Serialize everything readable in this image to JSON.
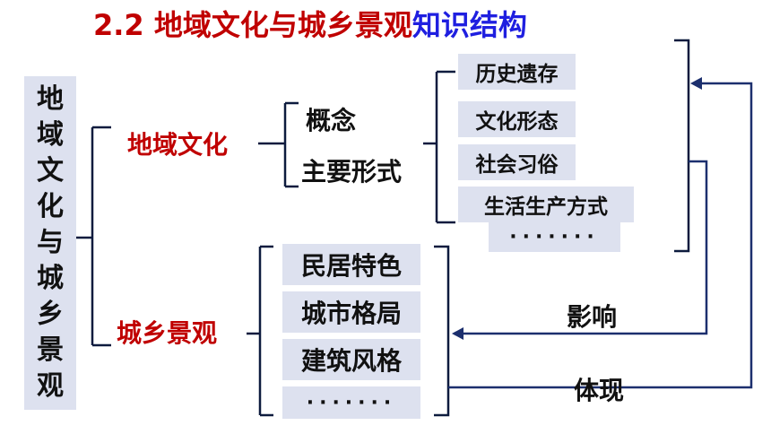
{
  "title": {
    "part1": "2.2 地域文化与城乡景观",
    "part2": "知识结构"
  },
  "root": {
    "chars": [
      "地",
      "域",
      "文",
      "化",
      "与",
      "城",
      "乡",
      "景",
      "观"
    ]
  },
  "branches": {
    "culture": "地域文化",
    "landscape": "城乡景观"
  },
  "culture_subs": {
    "concept": "概念",
    "forms": "主要形式"
  },
  "forms_items": [
    "历史遗存",
    "文化形态",
    "社会习俗",
    "生活生产方式",
    "·······"
  ],
  "landscape_items": [
    "民居特色",
    "城市格局",
    "建筑风格",
    "·······"
  ],
  "relations": {
    "influence": "影响",
    "reflect": "体现"
  },
  "colors": {
    "red": "#c00000",
    "blue": "#1f1fe0",
    "box_bg": "#dde1ef",
    "line": "#0d1b3e",
    "arrow": "#1c2f6e"
  }
}
